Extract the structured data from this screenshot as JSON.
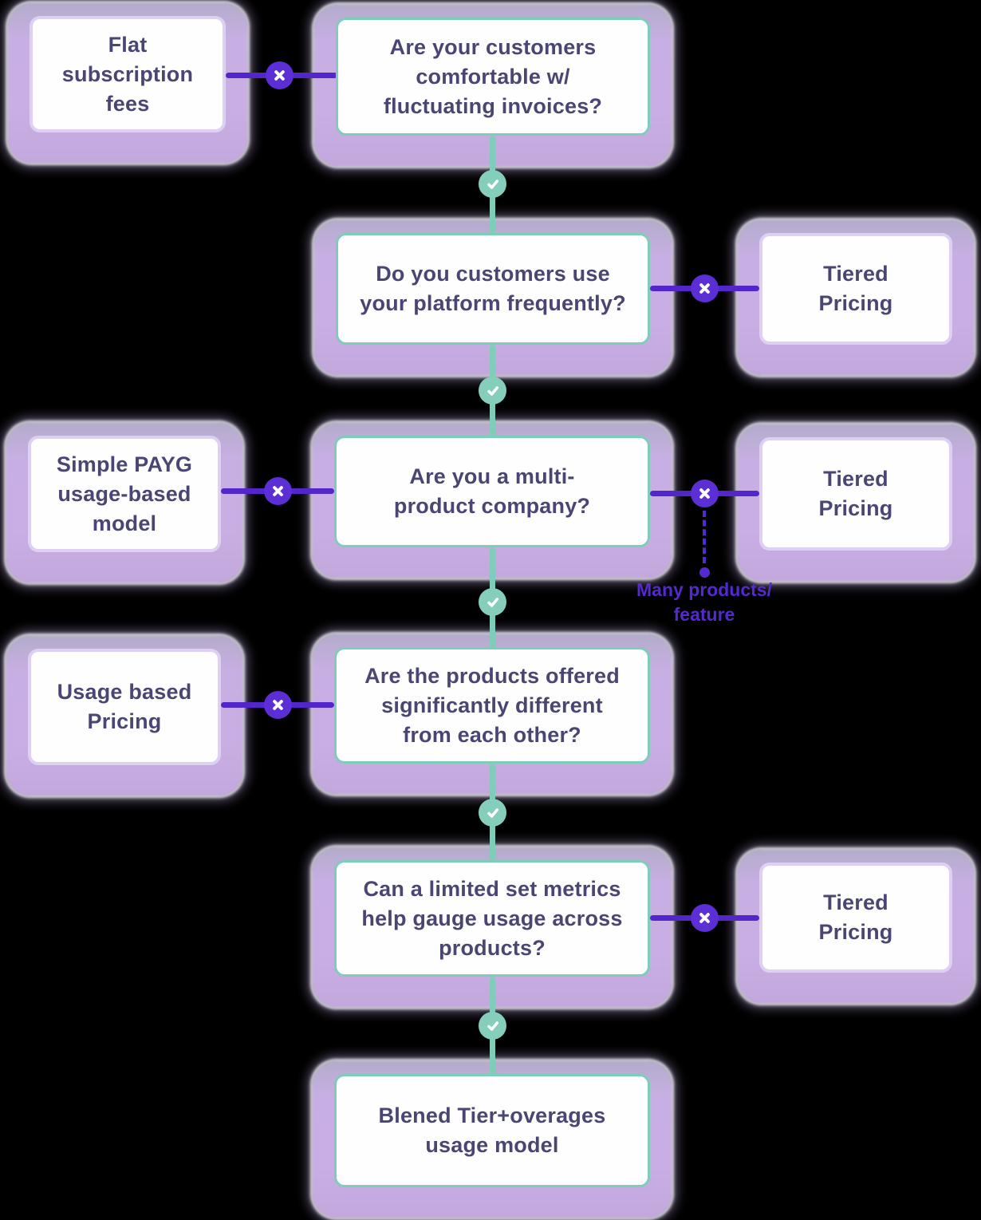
{
  "diagram": {
    "title": "Pricing model decision flowchart",
    "colors": {
      "background": "#000000",
      "halo": "#c7afe3",
      "card_background": "#fffeff",
      "question_border": "#7ecdb9",
      "outcome_border": "#ded0f2",
      "text": "#4a4673",
      "no_line": "#5226cb",
      "no_badge": "#5b2ed6",
      "yes_line": "#7fcdb9",
      "branch_label": "#5429cf"
    },
    "icons": {
      "no": "x-circle-icon",
      "yes": "check-circle-icon",
      "branch_end": "dot-icon"
    },
    "nodes": {
      "flat_fees": {
        "text": "Flat subscription\nfees"
      },
      "q_invoices": {
        "text": "Are your customers\ncomfortable w/\nfluctuating invoices?"
      },
      "q_frequency": {
        "text": "Do you customers use\nyour platform frequently?"
      },
      "tiered_1": {
        "text": "Tiered\nPricing"
      },
      "payg": {
        "text": "Simple PAYG\nusage-based\nmodel"
      },
      "q_multi_product": {
        "text": "Are you a multi-\nproduct company?"
      },
      "tiered_2": {
        "text": "Tiered\nPricing"
      },
      "usage_based": {
        "text": "Usage based\nPricing"
      },
      "q_different": {
        "text": "Are the products offered\nsignificantly different\nfrom each other?"
      },
      "q_metrics": {
        "text": "Can a limited set metrics\nhelp gauge usage across\nproducts?"
      },
      "tiered_3": {
        "text": "Tiered\nPricing"
      },
      "blended": {
        "text": "Blened Tier+overages\nusage model"
      }
    },
    "labels": {
      "many_products": "Many products/\nfeature"
    }
  }
}
